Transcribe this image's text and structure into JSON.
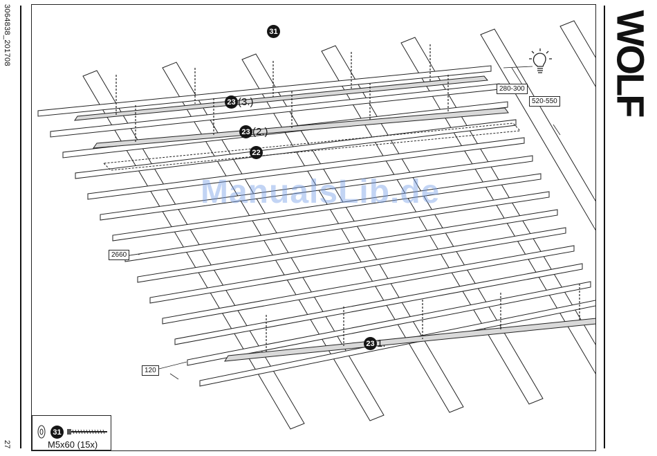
{
  "doc_code": "3064838_201708",
  "page_number": "27",
  "brand_name": "WOLF",
  "watermark": "ManualsLib.de",
  "dimensions": {
    "d1": "280-300",
    "d2": "520-550",
    "d3": "2660",
    "d4": "120"
  },
  "callouts": {
    "c31": {
      "num": "31"
    },
    "c23_3": {
      "num": "23",
      "label": "(3.)"
    },
    "c23_2": {
      "num": "23",
      "label": "(2.)"
    },
    "c22": {
      "num": "22"
    },
    "c23_1": {
      "num": "23",
      "label": "1."
    }
  },
  "legend": {
    "num": "31",
    "spec": "M5x60 (15x)"
  },
  "icons": {
    "tip": "lightbulb-icon",
    "screw": "screw-icon",
    "washer": "washer-icon"
  }
}
